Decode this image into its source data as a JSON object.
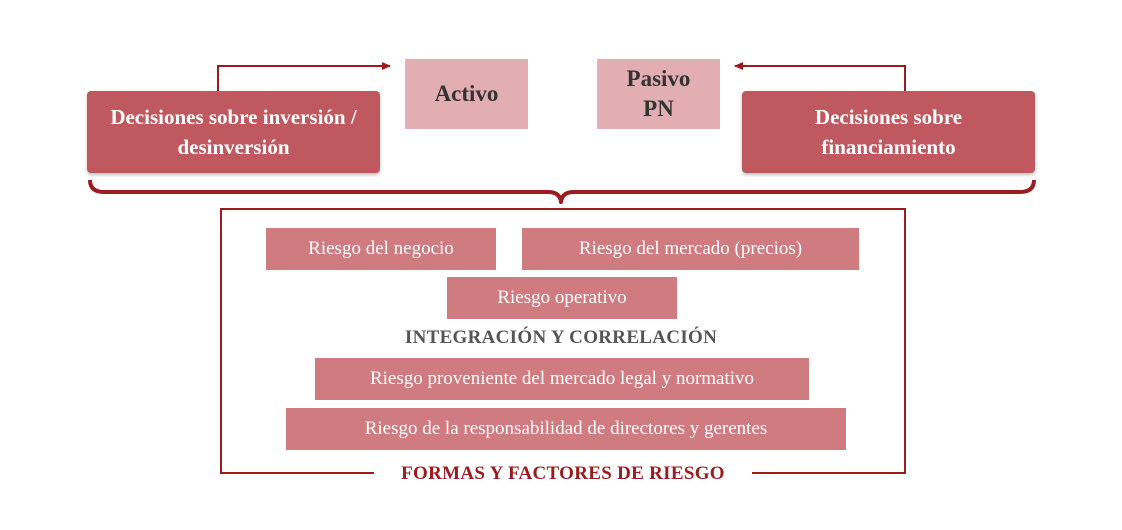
{
  "top": {
    "left_decision": "Decisiones sobre inversión / desinversión",
    "right_decision": "Decisiones sobre financiamiento",
    "activo": "Activo",
    "pasivo_line1": "Pasivo",
    "pasivo_line2": "PN"
  },
  "risks": {
    "negocio": "Riesgo del negocio",
    "mercado": "Riesgo del mercado (precios)",
    "operativo": "Riesgo operativo",
    "integration_heading": "INTEGRACIÓN Y CORRELACIÓN",
    "legal": "Riesgo proveniente del mercado legal y normativo",
    "responsabilidad": "Riesgo de la responsabilidad de directores y gerentes"
  },
  "footer_label": "FORMAS Y FACTORES DE RIESGO",
  "colors": {
    "dark_red": "#9b1b1f",
    "decision_box": "#c0595f",
    "pale_box": "#e3aeb1",
    "risk_box": "#cf7b80"
  }
}
